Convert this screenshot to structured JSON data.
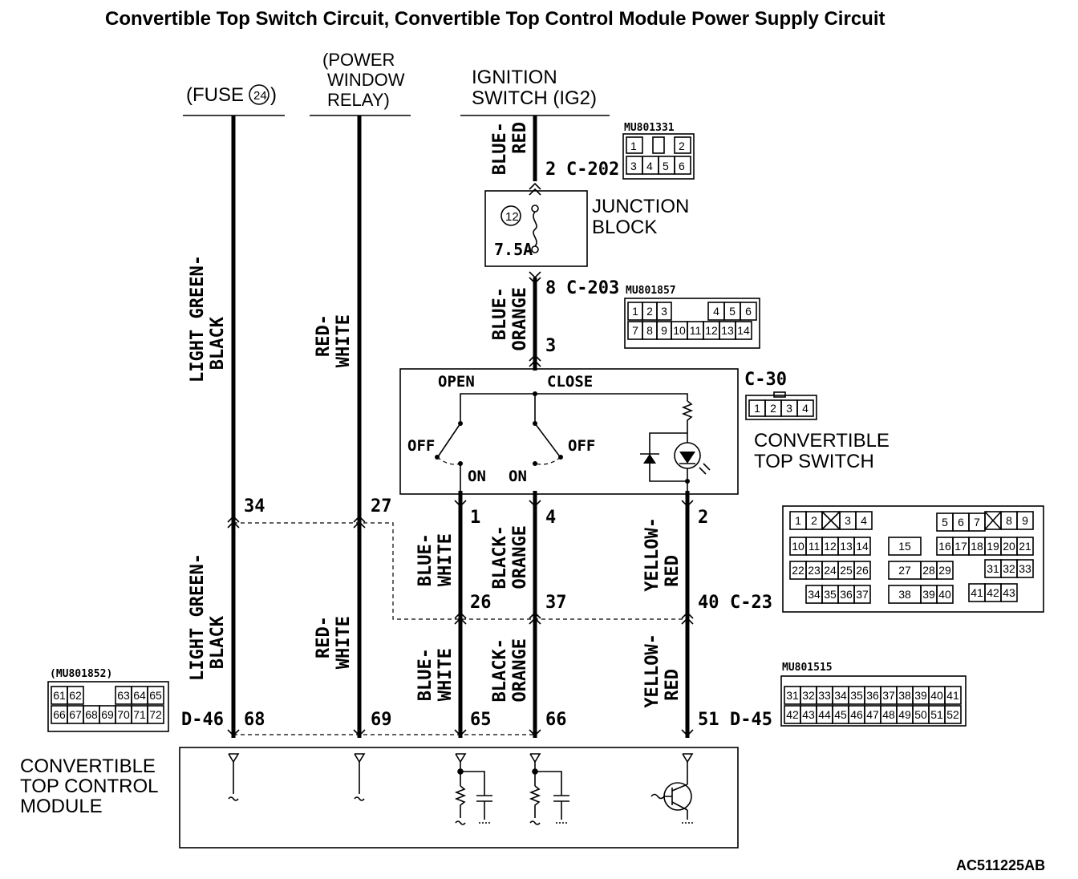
{
  "title": "Convertible Top Switch Circuit, Convertible Top Control Module Power Supply Circuit",
  "sources": {
    "fuse": "(FUSE",
    "fuse_num": "24",
    "fuse_close": ")",
    "relay_l1": "(POWER",
    "relay_l2": "WINDOW",
    "relay_l3": "RELAY)",
    "ign_l1": "IGNITION",
    "ign_l2": "SWITCH (IG2)"
  },
  "junction_block": {
    "l1": "JUNCTION",
    "l2": "BLOCK",
    "fuse_num": "12",
    "rating": "7.5A"
  },
  "top_switch": {
    "open": "OPEN",
    "close": "CLOSE",
    "off_left": "OFF",
    "off_right": "OFF",
    "on_left": "ON",
    "on_right": "ON",
    "l1": "CONVERTIBLE",
    "l2": "TOP SWITCH"
  },
  "module": {
    "l1": "CONVERTIBLE",
    "l2": "TOP CONTROL",
    "l3": "MODULE"
  },
  "connectors": {
    "c202": "C-202",
    "c202_pin": "2",
    "c202_part": "MU801331",
    "c203": "C-203",
    "c203_pin": "8",
    "c203_part": "MU801857",
    "c30": "C-30",
    "c30_pin_in": "3",
    "c23": "C-23",
    "d46": "D-46",
    "d46_part": "(MU801852)",
    "d45": "D-45",
    "d45_part": "MU801515"
  },
  "wire_colors": {
    "blue_red_1": "BLUE-",
    "blue_red_2": "RED",
    "blue_orange_1": "BLUE-",
    "blue_orange_2": "ORANGE",
    "lgb_1": "LIGHT GREEN-",
    "lgb_2": "BLACK",
    "rw_1": "RED-",
    "rw_2": "WHITE",
    "bw_1": "BLUE-",
    "bw_2": "WHITE",
    "bo_1": "BLACK-",
    "bo_2": "ORANGE",
    "yr_1": "YELLOW-",
    "yr_2": "RED"
  },
  "pins": {
    "c23_lgb": "34",
    "c23_rw": "27",
    "sw_bw": "1",
    "sw_bo": "4",
    "sw_yr": "2",
    "c23_bw": "26",
    "c23_bo": "37",
    "c23_yr": "40",
    "d46_lgb": "68",
    "d46_rw": "69",
    "d45_bw": "65",
    "d45_bo": "66",
    "d45_yr": "51"
  },
  "connector_faces": {
    "mu801331": [
      [
        "1",
        "",
        "2"
      ],
      [
        "3",
        "4",
        "5",
        "6"
      ]
    ],
    "mu801857": [
      [
        "1",
        "2",
        "3",
        "",
        "4",
        "5",
        "6"
      ],
      [
        "7",
        "8",
        "9",
        "10",
        "11",
        "12",
        "13",
        "14"
      ]
    ],
    "c30": [
      "1",
      "2",
      "3",
      "4"
    ],
    "d46": [
      [
        "61",
        "62",
        "",
        "63",
        "64",
        "65"
      ],
      [
        "66",
        "67",
        "68",
        "69",
        "70",
        "71",
        "72"
      ]
    ],
    "d45": [
      [
        "31",
        "32",
        "33",
        "34",
        "35",
        "36",
        "37",
        "38",
        "39",
        "40",
        "41"
      ],
      [
        "42",
        "43",
        "44",
        "45",
        "46",
        "47",
        "48",
        "49",
        "50",
        "51",
        "52"
      ]
    ],
    "c23": {
      "r1": [
        "1",
        "2",
        "3",
        "4",
        "5",
        "6",
        "7",
        "8",
        "9"
      ],
      "r2": [
        "10",
        "11",
        "12",
        "13",
        "14",
        "15",
        "16",
        "17",
        "18",
        "19",
        "20",
        "21"
      ],
      "r3": [
        "22",
        "23",
        "24",
        "25",
        "26",
        "27",
        "28",
        "29",
        "31",
        "32",
        "33"
      ],
      "r4": [
        "34",
        "35",
        "36",
        "37",
        "38",
        "39",
        "40",
        "41",
        "42",
        "43"
      ]
    }
  },
  "figure_id": "AC511225AB"
}
